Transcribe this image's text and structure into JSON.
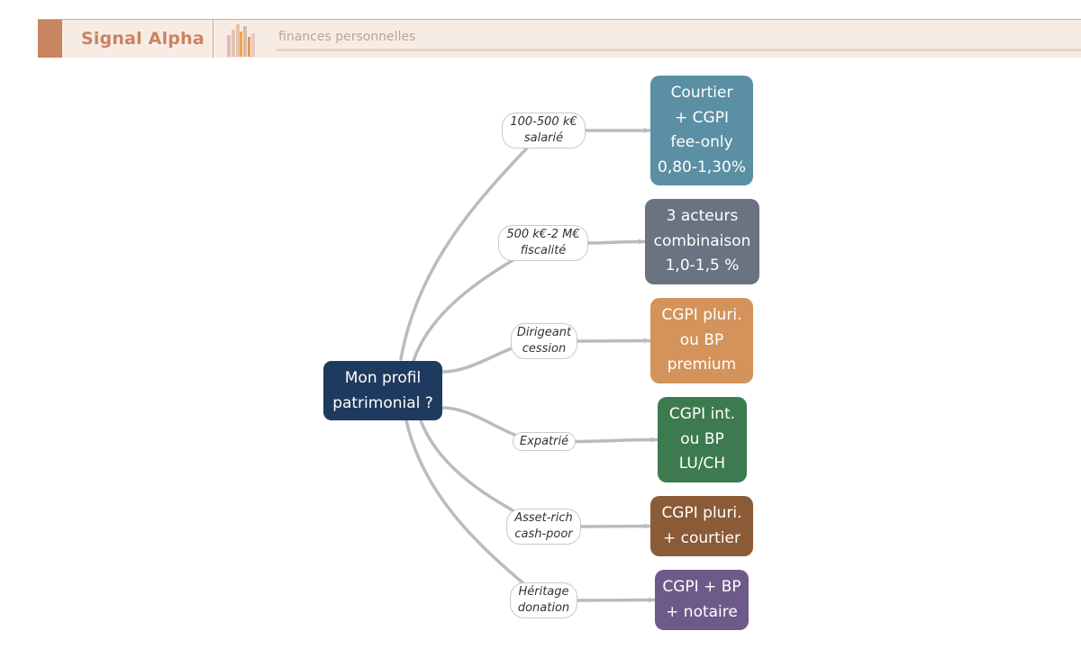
{
  "header": {
    "brand": "Signal Alpha",
    "tagline": "finances personnelles",
    "logo_icon": "bar-chart-logo-icon",
    "accent_color": "#c98462"
  },
  "diagram": {
    "center": {
      "label": "Mon profil\npatrimonial ?",
      "color": "#1f3a5f"
    },
    "connector_color": "#b8bcc2",
    "branches": [
      {
        "edge_label": "100-500 k€\nsalarié",
        "leaf": "Courtier\n+ CGPI\nfee-only\n0,80-1,30%",
        "color": "#5b8fa3"
      },
      {
        "edge_label": "500 k€-2 M€\nfiscalité",
        "leaf": "3 acteurs\ncombinaison\n1,0-1,5 %",
        "color": "#6b7280"
      },
      {
        "edge_label": "Dirigeant\ncession",
        "leaf": "CGPI pluri.\nou BP\npremium",
        "color": "#d4935a"
      },
      {
        "edge_label": "Expatrié",
        "leaf": "CGPI int.\nou BP\nLU/CH",
        "color": "#3d7a4f"
      },
      {
        "edge_label": "Asset-rich\ncash-poor",
        "leaf": "CGPI pluri.\n+ courtier",
        "color": "#8b5a36"
      },
      {
        "edge_label": "Héritage\ndonation",
        "leaf": "CGPI + BP\n+ notaire",
        "color": "#6e5a8a"
      }
    ]
  }
}
